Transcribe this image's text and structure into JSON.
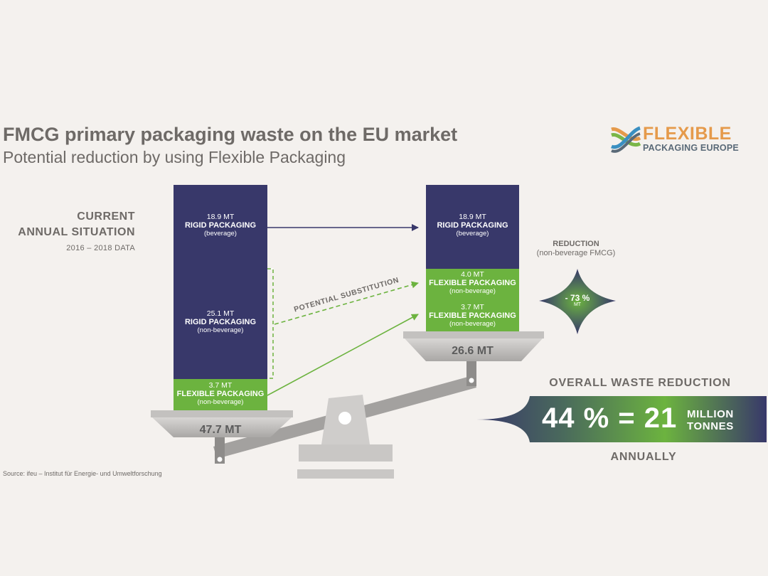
{
  "header": {
    "title": "FMCG primary packaging waste on the EU market",
    "subtitle": "Potential reduction by using Flexible Packaging"
  },
  "logo": {
    "line1": "FLEXIBLE",
    "line2": "PACKAGING EUROPE"
  },
  "current": {
    "line1": "CURRENT",
    "line2": "ANNUAL SITUATION",
    "line3": "2016 – 2018 DATA"
  },
  "left_stack": {
    "rigid_bev": {
      "value": "18.9 MT",
      "label": "RIGID PACKAGING",
      "sub": "(beverage)"
    },
    "rigid_nonbev": {
      "value": "25.1 MT",
      "label": "RIGID PACKAGING",
      "sub": "(non-beverage)"
    },
    "flex_nonbev": {
      "value": "3.7 MT",
      "label": "FLEXIBLE PACKAGING",
      "sub": "(non-beverage)"
    },
    "total": "47.7 MT"
  },
  "right_stack": {
    "rigid_bev": {
      "value": "18.9 MT",
      "label": "RIGID PACKAGING",
      "sub": "(beverage)"
    },
    "flex_sub": {
      "value": "4.0 MT",
      "label": "FLEXIBLE PACKAGING",
      "sub": "(non-beverage)"
    },
    "flex_nonbev": {
      "value": "3.7 MT",
      "label": "FLEXIBLE PACKAGING",
      "sub": "(non-beverage)"
    },
    "total": "26.6 MT"
  },
  "substitution_label": "POTENTIAL SUBSTITUTION",
  "reduction": {
    "title": "REDUCTION",
    "sub": "(non-beverage FMCG)",
    "value": "- 73 %",
    "unit": "MT"
  },
  "overall": {
    "title": "OVERALL WASTE REDUCTION",
    "equation": "44 % = 21",
    "unit_line1": "MILLION",
    "unit_line2": "TONNES",
    "footer": "ANNUALLY"
  },
  "source": "Source: ifeu – Institut für Energie- und Umweltforschung",
  "colors": {
    "navy": "#38386a",
    "green": "#6cb33f",
    "grey_text": "#6e6a67",
    "orange": "#e59a4b"
  }
}
